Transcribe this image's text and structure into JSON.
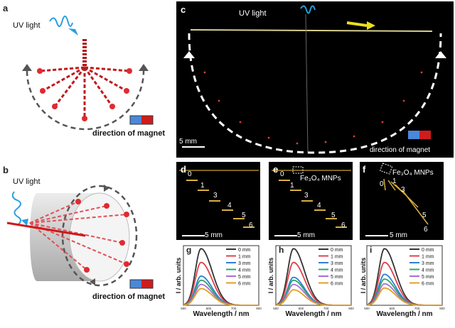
{
  "panels": {
    "a": {
      "label": "a",
      "uv_text": "UV light",
      "magnet_text": "direction of magnet"
    },
    "b": {
      "label": "b",
      "uv_text": "UV light",
      "magnet_text": "direction of magnet"
    },
    "c": {
      "label": "c",
      "uv_text": "UV light",
      "scale_text": "5 mm",
      "magnet_text": "direction of magnet"
    },
    "d": {
      "label": "d",
      "scale_text": "5 mm",
      "distances": [
        "0",
        "1",
        "3",
        "4",
        "5",
        "6"
      ]
    },
    "e": {
      "label": "e",
      "scale_text": "5 mm",
      "mnp_text": "Fe₃O₄ MNPs",
      "distances": [
        "0",
        "1",
        "3",
        "4",
        "5",
        "6"
      ]
    },
    "f": {
      "label": "f",
      "scale_text": "5 mm",
      "mnp_text": "Fe₃O₄ MNPs",
      "distances": [
        "0",
        "1",
        "3",
        "5",
        "6"
      ]
    }
  },
  "colors": {
    "magnet_blue": "#4a88d8",
    "magnet_red": "#d01c1c",
    "fiber_red": "#c0181c",
    "dash_gray": "#555555"
  },
  "chart_data": [
    {
      "type": "line",
      "panel": "g",
      "xlabel": "Wavelength / nm",
      "ylabel": "I / arb. units",
      "xlim": [
        500,
        800
      ],
      "ylim": [
        0,
        1.0
      ],
      "xticks": [
        "500",
        "600",
        "700",
        "800"
      ],
      "series": [
        {
          "name": "0 mm",
          "color": "#333333",
          "peak": 0.95
        },
        {
          "name": "1 mm",
          "color": "#e0404a",
          "peak": 0.72
        },
        {
          "name": "3 mm",
          "color": "#2e7fd6",
          "peak": 0.49
        },
        {
          "name": "4 mm",
          "color": "#2aa86a",
          "peak": 0.42
        },
        {
          "name": "5 mm",
          "color": "#a870d0",
          "peak": 0.35
        },
        {
          "name": "6 mm",
          "color": "#e0a020",
          "peak": 0.28
        }
      ],
      "peak_x": 570
    },
    {
      "type": "line",
      "panel": "h",
      "xlabel": "Wavelength / nm",
      "ylabel": "I / arb. units",
      "xlim": [
        500,
        800
      ],
      "ylim": [
        0,
        1.0
      ],
      "xticks": [
        "500",
        "600",
        "700",
        "800"
      ],
      "series": [
        {
          "name": "0 mm",
          "color": "#333333",
          "peak": 0.95
        },
        {
          "name": "1 mm",
          "color": "#e0404a",
          "peak": 0.72
        },
        {
          "name": "3 mm",
          "color": "#2e7fd6",
          "peak": 0.47
        },
        {
          "name": "4 mm",
          "color": "#2aa86a",
          "peak": 0.42
        },
        {
          "name": "5 mm",
          "color": "#a870d0",
          "peak": 0.35
        },
        {
          "name": "6 mm",
          "color": "#e0a020",
          "peak": 0.26
        }
      ],
      "peak_x": 570
    },
    {
      "type": "line",
      "panel": "i",
      "xlabel": "Wavelength / nm",
      "ylabel": "I / arb. units",
      "xlim": [
        500,
        800
      ],
      "ylim": [
        0,
        1.0
      ],
      "xticks": [
        "500",
        "600",
        "700",
        "800"
      ],
      "series": [
        {
          "name": "0 mm",
          "color": "#333333",
          "peak": 0.95
        },
        {
          "name": "1 mm",
          "color": "#e0404a",
          "peak": 0.72
        },
        {
          "name": "3 mm",
          "color": "#2e7fd6",
          "peak": 0.52
        },
        {
          "name": "4 mm",
          "color": "#2aa86a",
          "peak": 0.44
        },
        {
          "name": "5 mm",
          "color": "#a870d0",
          "peak": 0.36
        },
        {
          "name": "6 mm",
          "color": "#e0a020",
          "peak": 0.29
        }
      ],
      "peak_x": 570
    }
  ]
}
